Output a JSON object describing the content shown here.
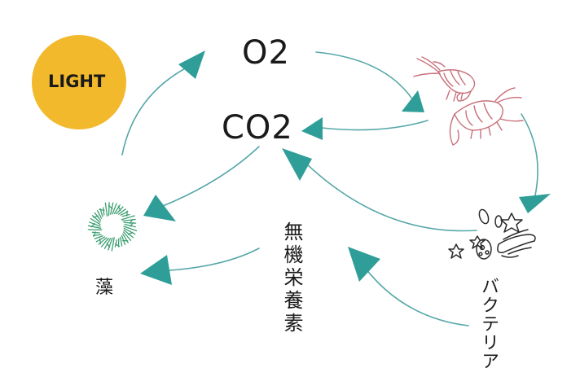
{
  "sun": {
    "label": "LIGHT",
    "color": "#f3b92c"
  },
  "nodes": {
    "o2": "O2",
    "co2": "CO2",
    "algae": "藻",
    "nutrients": "無機栄養素",
    "bacteria": "バクテリア"
  },
  "colors": {
    "arrow_line": "#56a7a8",
    "arrow_head": "#2f9e98",
    "shrimp": "#c9707a",
    "algae": "#3e9e72",
    "bacteria": "#2b2b2b"
  }
}
